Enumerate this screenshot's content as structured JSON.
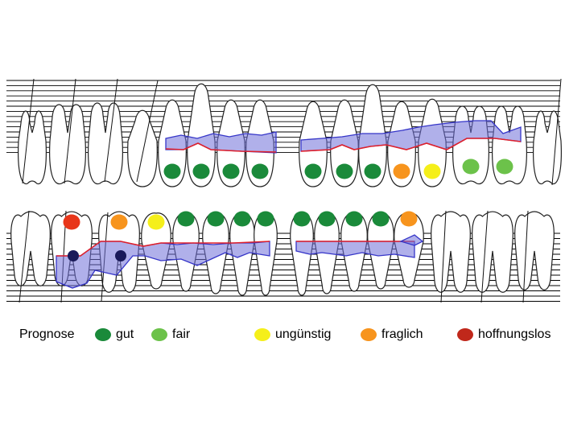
{
  "legend": {
    "title": "Prognose",
    "items": [
      {
        "key": "gut",
        "label": "gut",
        "color": "#1a8a3a"
      },
      {
        "key": "fair",
        "label": "fair",
        "color": "#6cc24a"
      },
      {
        "key": "unguenstig",
        "label": "ungünstig",
        "color": "#f5ef1a"
      },
      {
        "key": "fraglich",
        "label": "fraglich",
        "color": "#f7941d"
      },
      {
        "key": "hoffnungslos",
        "label": "hoffnungslos",
        "color": "#c0281b"
      }
    ]
  },
  "colors": {
    "pocket_fill": "#6f6fd8",
    "pocket_line": "#3535c8",
    "gingival_margin": "#e0202a",
    "furcation": "#1a1a5a",
    "grid_line": "#000000"
  },
  "upper_teeth": [
    {
      "tooth": 1,
      "prognosis": null
    },
    {
      "tooth": 2,
      "prognosis": null
    },
    {
      "tooth": 3,
      "prognosis": null
    },
    {
      "tooth": 4,
      "prognosis": null
    },
    {
      "tooth": 5,
      "prognosis": "gut"
    },
    {
      "tooth": 6,
      "prognosis": "gut"
    },
    {
      "tooth": 7,
      "prognosis": "gut"
    },
    {
      "tooth": 8,
      "prognosis": "gut"
    },
    {
      "tooth": 9,
      "prognosis": "gut"
    },
    {
      "tooth": 10,
      "prognosis": "gut"
    },
    {
      "tooth": 11,
      "prognosis": "gut"
    },
    {
      "tooth": 12,
      "prognosis": "fraglich"
    },
    {
      "tooth": 13,
      "prognosis": "unguenstig"
    },
    {
      "tooth": 14,
      "prognosis": "fair"
    },
    {
      "tooth": 15,
      "prognosis": "fair"
    },
    {
      "tooth": 16,
      "prognosis": null
    }
  ],
  "lower_teeth": [
    {
      "tooth": 1,
      "prognosis": null
    },
    {
      "tooth": 2,
      "prognosis": "hoffnungslos",
      "furcation": true
    },
    {
      "tooth": 3,
      "prognosis": "fraglich",
      "furcation": true
    },
    {
      "tooth": 4,
      "prognosis": "unguenstig"
    },
    {
      "tooth": 5,
      "prognosis": "gut"
    },
    {
      "tooth": 6,
      "prognosis": "gut"
    },
    {
      "tooth": 7,
      "prognosis": "gut"
    },
    {
      "tooth": 8,
      "prognosis": "gut"
    },
    {
      "tooth": 9,
      "prognosis": "gut"
    },
    {
      "tooth": 10,
      "prognosis": "gut"
    },
    {
      "tooth": 11,
      "prognosis": "gut"
    },
    {
      "tooth": 12,
      "prognosis": "gut"
    },
    {
      "tooth": 13,
      "prognosis": "fraglich"
    },
    {
      "tooth": 14,
      "prognosis": null
    },
    {
      "tooth": 15,
      "prognosis": null
    },
    {
      "tooth": 16,
      "prognosis": null
    }
  ]
}
